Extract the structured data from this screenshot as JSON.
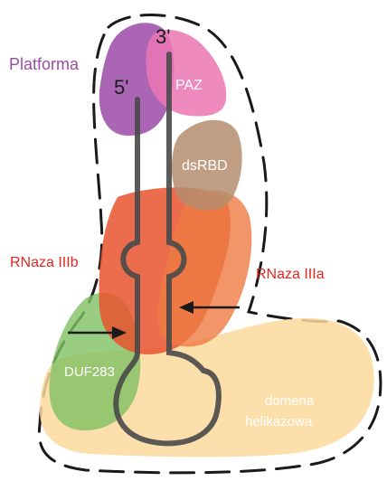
{
  "labels": {
    "platforma": "Platforma",
    "paz": "PAZ",
    "dsrbd": "dsRBD",
    "rnaza_iiib": "RNaza IIIb",
    "rnaza_iiia": "RNaza IIIa",
    "duf283": "DUF283",
    "helicase_line1": "domena",
    "helicase_line2": "helikazowa",
    "end_3prime": "3'",
    "end_5prime": "5'"
  },
  "colors": {
    "platforma": "#9b4aa8",
    "paz": "#ec75b4",
    "dsrbd": "#b58d6f",
    "rnaza": "#e8542e",
    "rnaza_label": "#e0271f",
    "duf283": "#7fc163",
    "helicase": "#fbd99b",
    "rna": "#4a4a4a"
  }
}
